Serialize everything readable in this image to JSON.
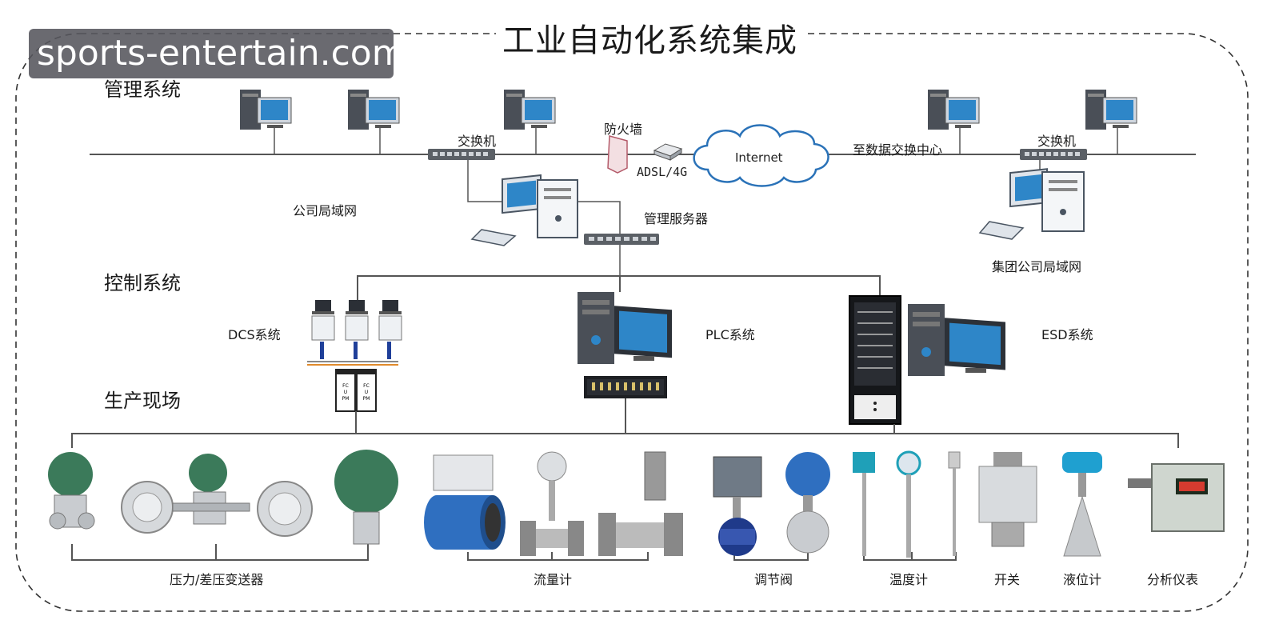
{
  "title": "工业自动化系统集成",
  "watermark": "sports-entertain.com",
  "sections": {
    "management": "管理系统",
    "control": "控制系统",
    "field": "生产现场"
  },
  "network": {
    "switch_left": "交换机",
    "firewall": "防火墙",
    "adsl": "ADSL/4G",
    "internet": "Internet",
    "to_data_center": "至数据交换中心",
    "switch_right": "交换机",
    "company_lan": "公司局域网",
    "mgmt_server": "管理服务器",
    "group_lan": "集团公司局域网"
  },
  "control": {
    "dcs": "DCS系统",
    "plc": "PLC系统",
    "esd": "ESD系统"
  },
  "instruments": {
    "pressure": "压力/差压变送器",
    "flow": "流量计",
    "valve": "调节阀",
    "temperature": "温度计",
    "switch": "开关",
    "level": "液位计",
    "analyzer": "分析仪表"
  },
  "colors": {
    "line": "#555555",
    "screen": "#2e86c8",
    "tower": "#4a4f57",
    "field_blue": "#2f6fc0",
    "field_green": "#3b7a5a"
  }
}
